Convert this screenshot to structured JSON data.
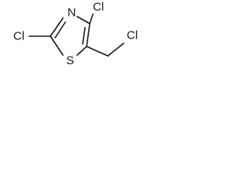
{
  "molecule": {
    "atoms": {
      "n3": "N",
      "s1": "S",
      "cl_c2": "Cl",
      "cl_c4": "Cl",
      "cl_ch2": "Cl"
    }
  }
}
